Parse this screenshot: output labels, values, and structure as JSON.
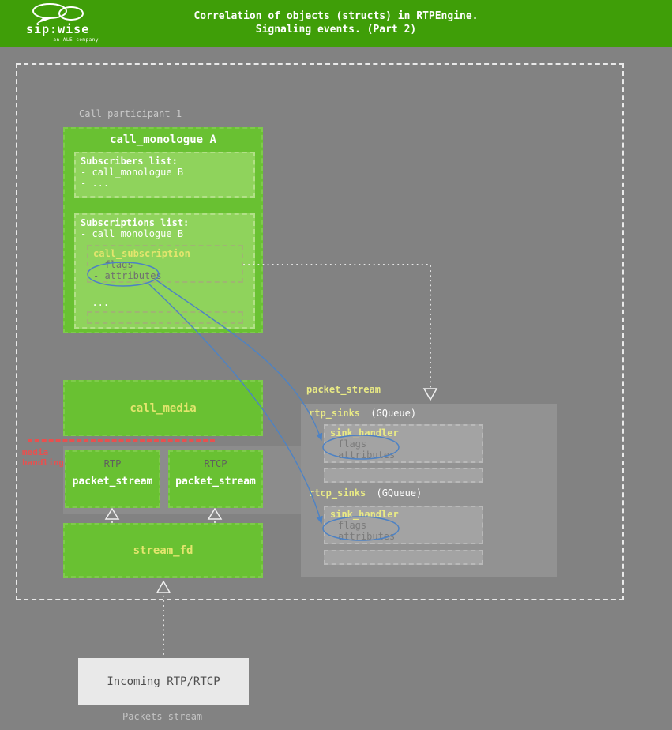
{
  "colors": {
    "header_green": "#3f9e08",
    "box_green": "#69c132",
    "inner_green": "#8fd35c",
    "background_gray": "#828282",
    "panel_gray": "#929292",
    "accent_yellow": "#e3e56e",
    "accent_red": "#e8504f",
    "accent_blue": "#4d82c4"
  },
  "header": {
    "title_line1": "Correlation of objects (structs) in RTPEngine.",
    "title_line2": "Signaling events. (Part 2)",
    "logo": {
      "name": "sip:wise",
      "tagline": "an ALE company"
    }
  },
  "participant": {
    "label": "Call participant 1"
  },
  "call_monologue": {
    "title": "call_monologue A",
    "subscribers": {
      "title": "Subscribers list:",
      "item1": "- call_monologue B",
      "item2": "- ..."
    },
    "subscriptions": {
      "title": "Subscriptions list:",
      "item1": "- call monologue B",
      "call_subscription": {
        "title": "call_subscription",
        "flags": "- flags",
        "attributes": "- attributes"
      },
      "ellipsis": "- ..."
    }
  },
  "call_media": {
    "title": "call_media"
  },
  "media_handling": {
    "line1": "media",
    "line2": "handling"
  },
  "rtp_stream": {
    "tag": "RTP",
    "title": "packet_stream"
  },
  "rtcp_stream": {
    "tag": "RTCP",
    "title": "packet_stream"
  },
  "stream_fd": {
    "title": "stream_fd"
  },
  "incoming": {
    "title": "Incoming RTP/RTCP",
    "caption": "Packets stream"
  },
  "sinks": {
    "title": "packet_stream",
    "rtp_sinks": {
      "label": "rtp_sinks",
      "type": "(GQueue)"
    },
    "rtcp_sinks": {
      "label": "rtcp_sinks",
      "type": "(GQueue)"
    },
    "sink_handler": {
      "title": "sink_handler",
      "flags": "flags",
      "attributes": "attributes"
    }
  }
}
